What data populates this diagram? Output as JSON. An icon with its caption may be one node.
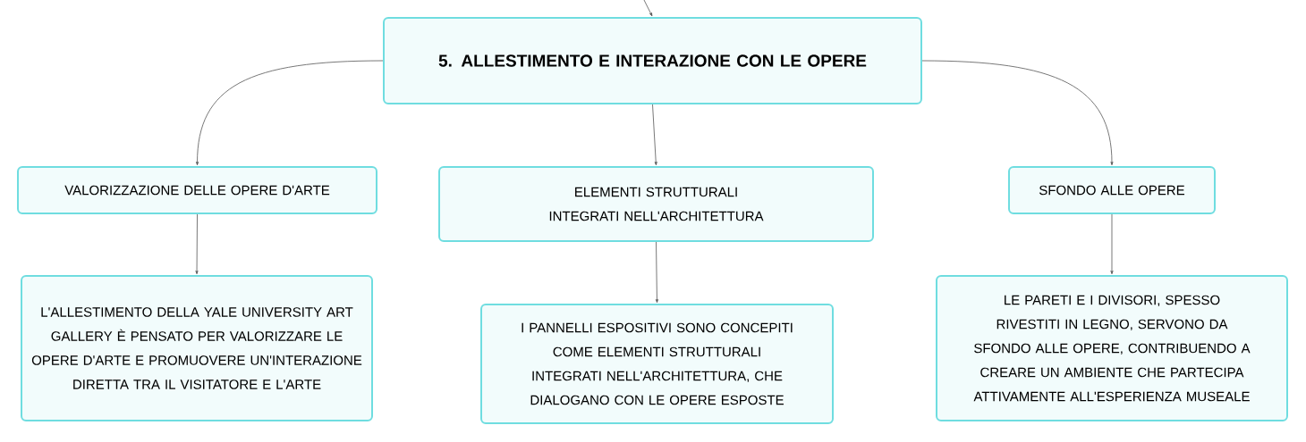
{
  "diagram": {
    "nodes": [
      {
        "text": [
          "5. ALLESTIMENTO E INTERAZIONE CON LE OPERE"
        ]
      },
      {
        "text": [
          "VALORIZZAZIONE DELLE OPERE D'ARTE"
        ]
      },
      {
        "text": [
          "ELEMENTI STRUTTURALI INTEGRATI NELL'ARCHITETTURA"
        ]
      },
      {
        "text": [
          "SFONDO ALLE OPERE"
        ]
      },
      {
        "text": [
          "L'ALLESTIMENTO DELLA YALE UNIVERSITY ART GALLERY È PENSATO PER VALORIZZARE LE OPERE D'ARTE E PROMUOVERE UN'INTERAZIONE DIRETTA TRA IL VISITATORE E L'ARTE"
        ]
      },
      {
        "text": [
          "I PANNELLI ESPOSITIVI SONO CONCEPITI COME ELEMENTI STRUTTURALI INTEGRATI NELL'ARCHITETTURA, CHE DIALOGANO CON LE OPERE ESPOSTE"
        ]
      },
      {
        "text": [
          "LE PARETI E I DIVISORI, SPESSO RIVESTITI IN LEGNO, SERVONO DA SFONDO ALLE OPERE, CONTRIBUENDO A CREARE UN AMBIENTE CHE PARTECIPA ATTIVAMENTE ALL'ESPERIENZA MUSEALE"
        ]
      }
    ],
    "edges": [
      {
        "from": null,
        "to": 0,
        "arrow": "to"
      },
      {
        "from": 0,
        "to": 1,
        "arrow": "to"
      },
      {
        "from": 0,
        "to": 2,
        "arrow": "to"
      },
      {
        "from": 0,
        "to": 3,
        "arrow": "to"
      },
      {
        "from": 1,
        "to": 4,
        "arrow": "to"
      },
      {
        "from": 2,
        "to": 5,
        "arrow": "to"
      },
      {
        "from": 3,
        "to": 6,
        "arrow": "to"
      }
    ]
  }
}
